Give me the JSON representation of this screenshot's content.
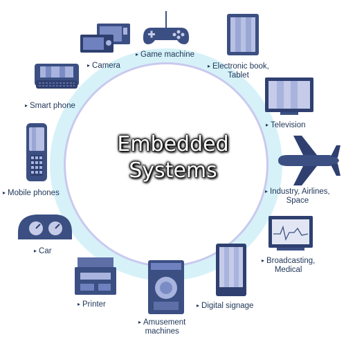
{
  "title": {
    "line1": "Embedded",
    "line2": "Systems"
  },
  "bullet_glyph": "▸",
  "colors": {
    "ring": "#cfeff6",
    "ring_inner": "#c8c8ee",
    "device_dark": "#3b4f82",
    "device_mid": "#5e6fa8",
    "device_light": "#a8b4de",
    "screen": "#c5cbe8",
    "label": "#1f3558"
  },
  "items": {
    "camera": {
      "label": "Camera",
      "icon": "camera-icon"
    },
    "game_machine": {
      "label": "Game machine",
      "icon": "game-controller-icon"
    },
    "ebook": {
      "line1": "Electronic book,",
      "line2": "Tablet",
      "icon": "tablet-icon"
    },
    "smart_phone": {
      "label": "Smart phone",
      "icon": "smart-phone-icon"
    },
    "television": {
      "label": "Television",
      "icon": "television-icon"
    },
    "mobile_phones": {
      "label": "Mobile phones",
      "icon": "mobile-phone-icon"
    },
    "industry": {
      "line1": "Industry, Airlines,",
      "line2": "Space",
      "icon": "airplane-icon"
    },
    "car": {
      "label": "Car",
      "icon": "car-dashboard-icon"
    },
    "broadcasting": {
      "line1": "Broadcasting,",
      "line2": "Medical",
      "icon": "medical-monitor-icon"
    },
    "printer": {
      "label": "Printer",
      "icon": "printer-icon"
    },
    "digital_signage": {
      "label": "Digital signage",
      "icon": "digital-signage-icon"
    },
    "amusement": {
      "line1": "Amusement",
      "line2": "machines",
      "icon": "slot-machine-icon"
    }
  }
}
